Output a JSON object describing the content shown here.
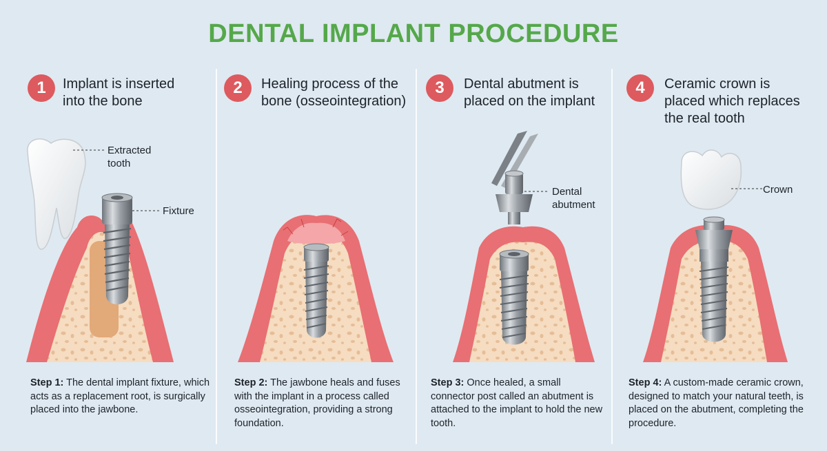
{
  "title": "DENTAL IMPLANT PROCEDURE",
  "steps": [
    {
      "number": "1",
      "heading": [
        "Implant is inserted",
        "into the bone"
      ],
      "caption_lead": "Step 1:",
      "caption_text": " The dental implant fixture, which acts as a replacement root, is surgically placed into the jawbone.",
      "labels": {
        "tooth": [
          "Extracted",
          "tooth"
        ],
        "fixture": "Fixture"
      }
    },
    {
      "number": "2",
      "heading": [
        "Healing process of the",
        "bone (osseointegration)"
      ],
      "caption_lead": "Step 2:",
      "caption_text": " The jawbone heals and fuses with the implant in a process called osseointegration, providing a strong foundation."
    },
    {
      "number": "3",
      "heading": [
        "Dental abutment is",
        "placed on the implant"
      ],
      "caption_lead": "Step 3:",
      "caption_text": " Once healed, a small connector post called an abutment is attached to the implant to hold the new tooth.",
      "labels": {
        "abutment": [
          "Dental",
          "abutment"
        ]
      }
    },
    {
      "number": "4",
      "heading": [
        "Ceramic crown is",
        "placed which replaces",
        "the real tooth"
      ],
      "caption_lead": "Step 4:",
      "caption_text": " A custom-made ceramic crown, designed to match your natural teeth, is placed on the abutment, completing the procedure.",
      "labels": {
        "crown": "Crown"
      }
    }
  ]
}
